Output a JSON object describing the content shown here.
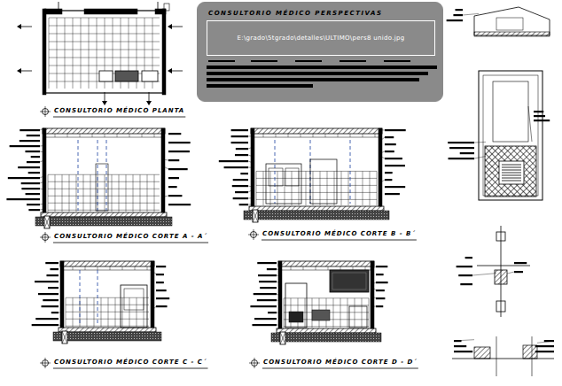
{
  "diagram": {
    "nodes": [
      {
        "text": [
          "CONSULTORIO MÉDICO PERSPECTIVAS"
        ]
      },
      {
        "text": [
          "E:\\grado\\5tgrado\\detalles\\ULTIMO\\pers8 unido.jpg"
        ],
        "in": 0
      }
    ],
    "labels": [
      "CONSULTORIO MÉDICO PLANTA",
      "CONSULTORIO MÉDICO CORTE A - A´",
      "CONSULTORIO MÉDICO CORTE B - B´",
      "CONSULTORIO MÉDICO CORTE C - C´",
      "CONSULTORIO MÉDICO CORTE D - D´"
    ]
  }
}
